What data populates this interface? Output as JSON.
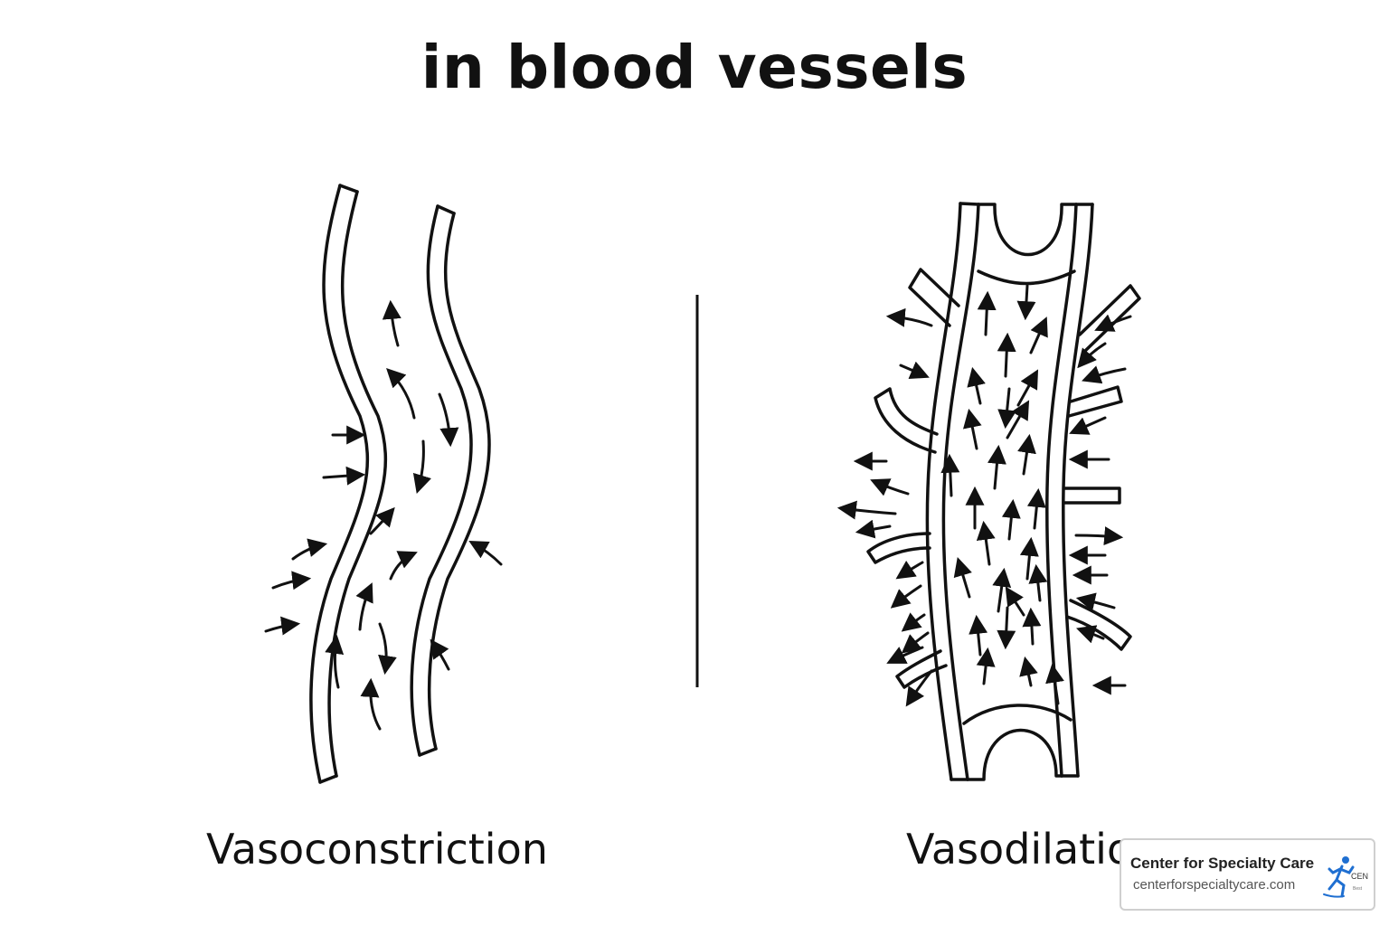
{
  "title": "in blood vessels",
  "diagram": {
    "left_label": "Vasoconstriction",
    "right_label": "Vasodilatio"
  },
  "badge": {
    "name": "Center for Specialty Care",
    "url": "centerforspecialtycare.com",
    "logo_icon": "running-figure-icon"
  },
  "colors": {
    "ink": "#111111",
    "logo_blue": "#1f6fd1",
    "badge_border": "#cfcfcf"
  }
}
